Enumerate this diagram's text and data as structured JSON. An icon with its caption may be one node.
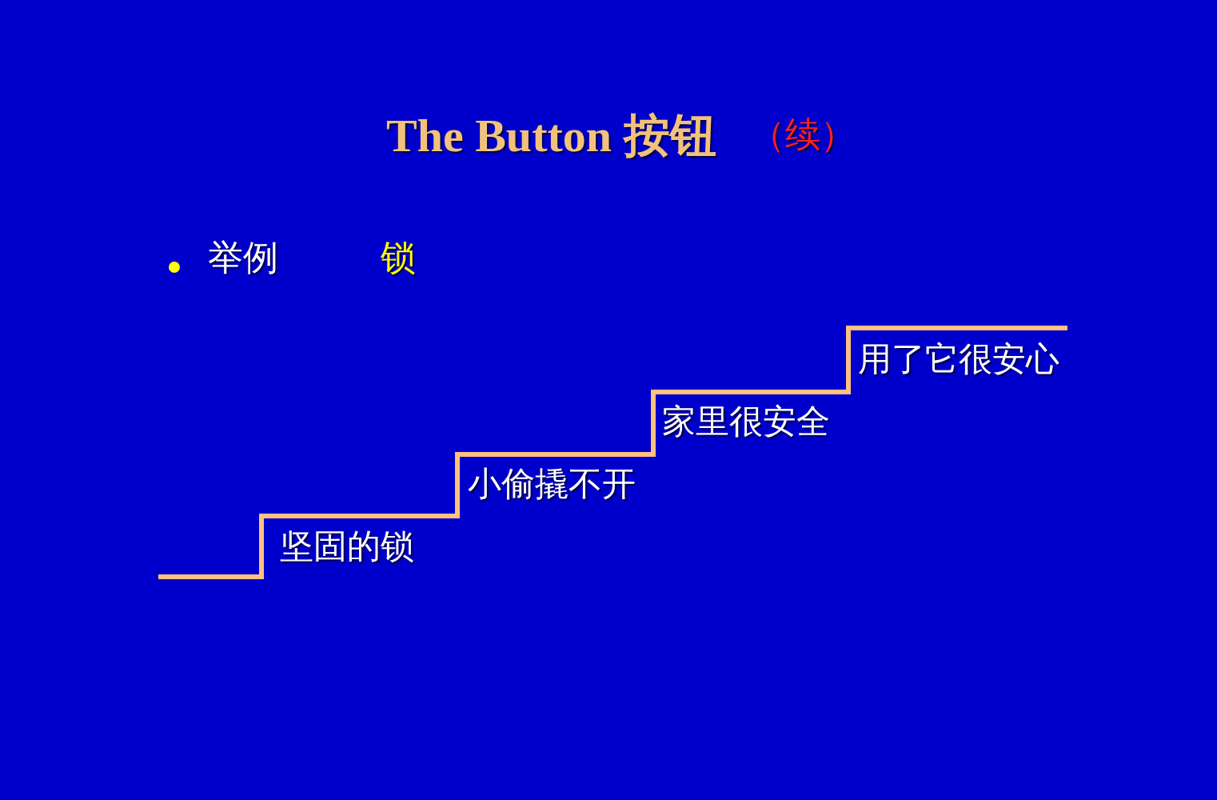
{
  "diagram": {
    "title": "The Button 按钮",
    "labels": [
      "（续）",
      "举例",
      "锁",
      "坚固的锁",
      "小偷撬不开",
      "家里很安全",
      "用了它很安心"
    ]
  }
}
